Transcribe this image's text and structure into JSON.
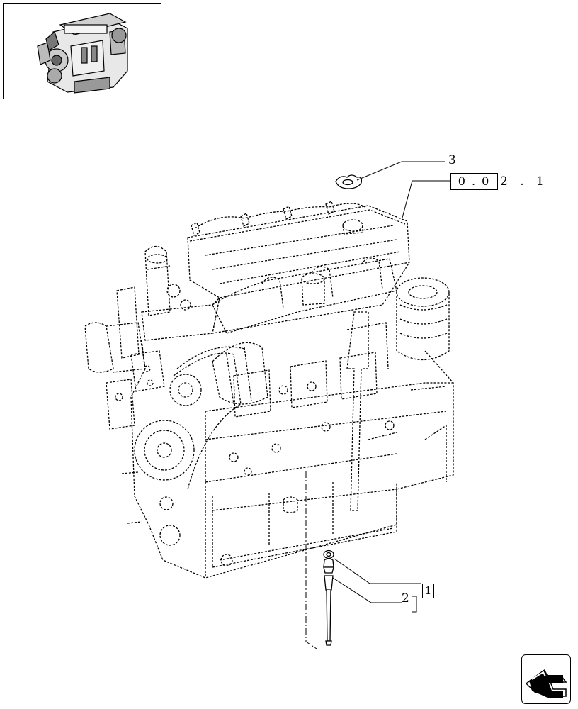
{
  "callouts": {
    "part_3": "3",
    "ref_prefix": "0 . 0",
    "ref_suffix": "2 . 1",
    "part_2": "2",
    "ref_box_1": "1"
  },
  "icons": {
    "thumbnail": "engine-thumbnail-icon",
    "nav": "next-page-arrow-icon"
  },
  "colors": {
    "line": "#000000",
    "background": "#ffffff"
  }
}
